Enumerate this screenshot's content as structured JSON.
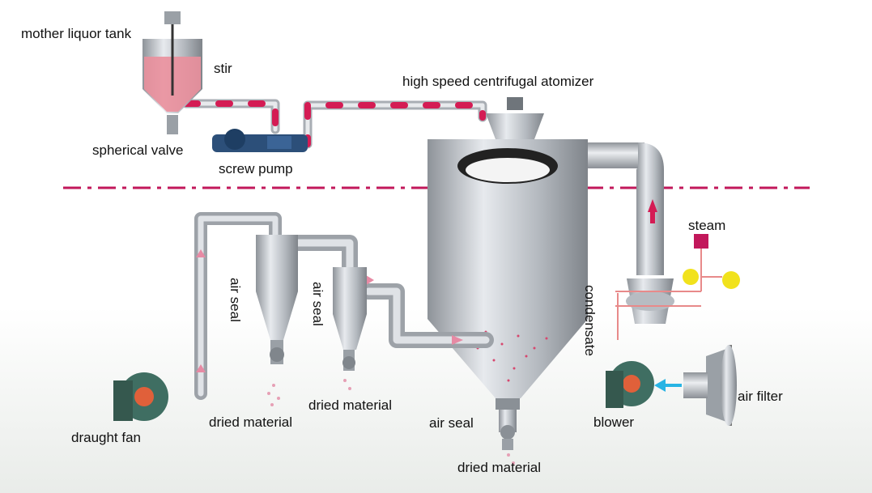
{
  "labels": {
    "mother_liquor_tank": "mother liquor tank",
    "stir": "stir",
    "spherical_valve": "spherical valve",
    "screw_pump": "screw pump",
    "atomizer": "high speed centrifugal atomizer",
    "steam": "steam",
    "condensate": "condensate",
    "air_seal_1": "air seal",
    "air_seal_2": "air seal",
    "air_seal_3": "air seal",
    "dried_material_1": "dried material",
    "dried_material_2": "dried material",
    "dried_material_3": "dried material",
    "draught_fan": "draught fan",
    "blower": "blower",
    "air_filter": "air filter"
  },
  "colors": {
    "steel": "#b8bcc2",
    "pipe_stripe": "#d41c54",
    "divider": "#c2185b",
    "liquor": "#ea8f9c",
    "fan_green": "#3f6e62",
    "fan_core": "#e0603a",
    "steam_box": "#c2185b",
    "gauge": "#f1e21c",
    "arrow_blue": "#27b4e4"
  }
}
